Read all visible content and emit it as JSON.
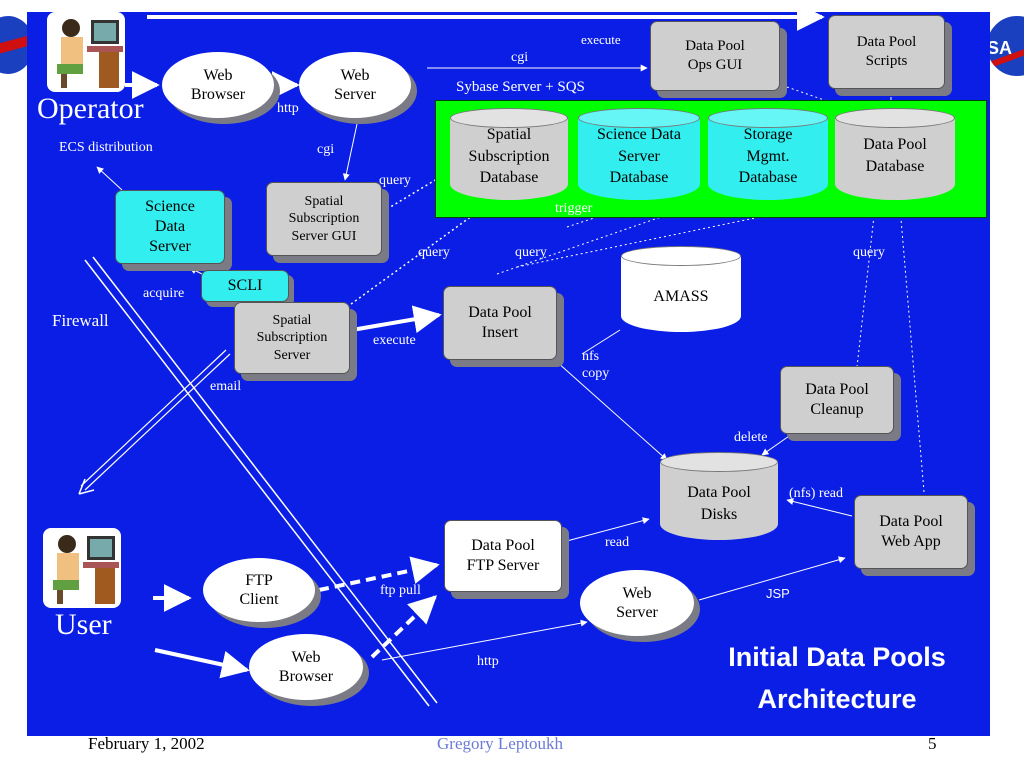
{
  "nodes": {
    "web_browser_top": "Web\nBrowser",
    "web_server_top": "Web\nServer",
    "dp_ops_gui": "Data Pool\nOps GUI",
    "dp_scripts": "Data Pool\nScripts",
    "science_data_server": "Science\nData\nServer",
    "spatial_sub_gui": "Spatial\nSubscription\nServer GUI",
    "scli": "SCLI",
    "spatial_sub_server": "Spatial\nSubscription\nServer",
    "dp_insert": "Data Pool\nInsert",
    "amass": "AMASS",
    "dp_cleanup": "Data Pool\nCleanup",
    "dp_disks": "Data Pool\nDisks",
    "dp_web_app": "Data Pool\nWeb App",
    "dp_ftp_server": "Data Pool\nFTP Server",
    "ftp_client": "FTP\nClient",
    "web_browser_bottom": "Web\nBrowser",
    "web_server_bottom": "Web\nServer"
  },
  "databases": {
    "group_label": "Sybase Server + SQS",
    "spatial": "Spatial\nSubscription\nDatabase",
    "science": "Science Data\nServer\nDatabase",
    "storage": "Storage\nMgmt.\nDatabase",
    "datapool": "Data Pool\nDatabase"
  },
  "actors": {
    "operator": "Operator",
    "user": "User",
    "firewall": "Firewall"
  },
  "edge_labels": {
    "http_top": "http",
    "cgi_top": "cgi",
    "execute_top": "execute",
    "cgi_left": "cgi",
    "ecs_distribution": "ECS distribution",
    "query_gui": "query",
    "trigger": "trigger",
    "query_mid1": "query",
    "query_mid2": "query",
    "query_right": "query",
    "acquire": "acquire",
    "execute_mid": "execute",
    "email": "email",
    "nfs_copy": "nfs\ncopy",
    "delete": "delete",
    "nfs_read": "(nfs) read",
    "read": "read",
    "jsp": "JSP",
    "ftp_pull": "ftp pull",
    "http_bottom": "http"
  },
  "title": {
    "line1": "Initial Data Pools",
    "line2": "Architecture"
  },
  "footer": {
    "date": "February 1, 2002",
    "author": "Gregory Leptoukh",
    "page": "5"
  },
  "colors": {
    "slide_bg": "#0a1ee6",
    "db_group_bg": "#00ff00",
    "cyan_node": "#33eeee",
    "gray_node": "#cfcfcf"
  }
}
